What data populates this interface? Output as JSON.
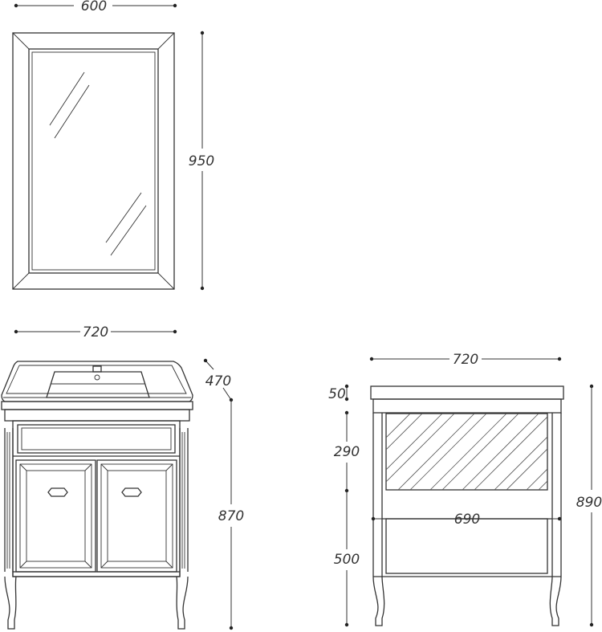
{
  "dimensions": {
    "mirror_width": "600",
    "mirror_height": "950",
    "cabinet_width": "720",
    "cabinet_depth": "470",
    "cabinet_height": "870",
    "side_width": "720",
    "top_thickness": "50",
    "drawer_height": "290",
    "inner_width": "690",
    "lower_height": "500",
    "side_height": "890"
  },
  "colors": {
    "line": "#333333",
    "background": "#ffffff"
  }
}
